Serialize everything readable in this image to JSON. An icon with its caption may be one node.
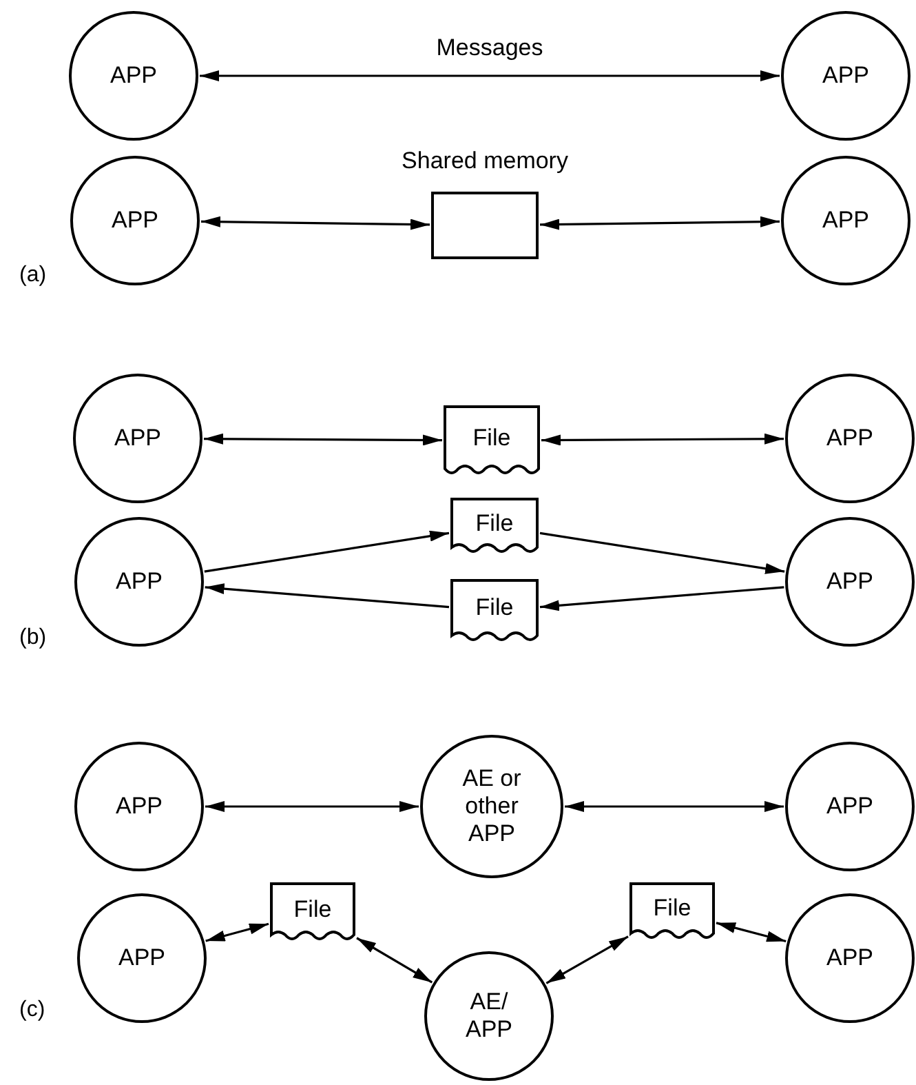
{
  "diagram": {
    "nodes": [
      {
        "text": [
          "APP"
        ]
      },
      {
        "text": [
          "APP"
        ]
      },
      {
        "text": [
          "APP"
        ]
      },
      {
        "text": [
          "Shared memory"
        ]
      },
      {
        "text": [
          "APP"
        ]
      },
      {
        "text": [
          "APP"
        ]
      },
      {
        "text": [
          "File"
        ]
      },
      {
        "text": [
          "APP"
        ]
      },
      {
        "text": [
          "APP"
        ]
      },
      {
        "text": [
          "File"
        ]
      },
      {
        "text": [
          "APP"
        ]
      },
      {
        "text": [
          "File"
        ]
      },
      {
        "text": [
          "APP"
        ]
      },
      {
        "text": [
          "AE or other APP"
        ]
      },
      {
        "text": [
          "APP"
        ]
      },
      {
        "text": [
          "APP"
        ]
      },
      {
        "text": [
          "File"
        ]
      },
      {
        "text": [
          "File"
        ]
      },
      {
        "text": [
          "APP"
        ]
      },
      {
        "text": [
          "AE/ APP"
        ]
      }
    ],
    "edges": [
      {
        "from": 0,
        "to": 1,
        "arrow": "both",
        "label": "Messages"
      },
      {
        "from": 2,
        "to": 3,
        "arrow": "both"
      },
      {
        "from": 3,
        "to": 4,
        "arrow": "both"
      },
      {
        "from": 5,
        "to": 6,
        "arrow": "both"
      },
      {
        "from": 6,
        "to": 7,
        "arrow": "both"
      },
      {
        "from": 8,
        "to": 9,
        "arrow": "to"
      },
      {
        "from": 9,
        "to": 10,
        "arrow": "to"
      },
      {
        "from": 10,
        "to": 11,
        "arrow": "to"
      },
      {
        "from": 11,
        "to": 8,
        "arrow": "to"
      },
      {
        "from": 12,
        "to": 13,
        "arrow": "both"
      },
      {
        "from": 13,
        "to": 14,
        "arrow": "both"
      },
      {
        "from": 15,
        "to": 16,
        "arrow": "both"
      },
      {
        "from": 16,
        "to": 19,
        "arrow": "both"
      },
      {
        "from": 19,
        "to": 17,
        "arrow": "both"
      },
      {
        "from": 17,
        "to": 18,
        "arrow": "both"
      }
    ],
    "labels": [
      "(a)",
      "(b)",
      "(c)"
    ]
  }
}
